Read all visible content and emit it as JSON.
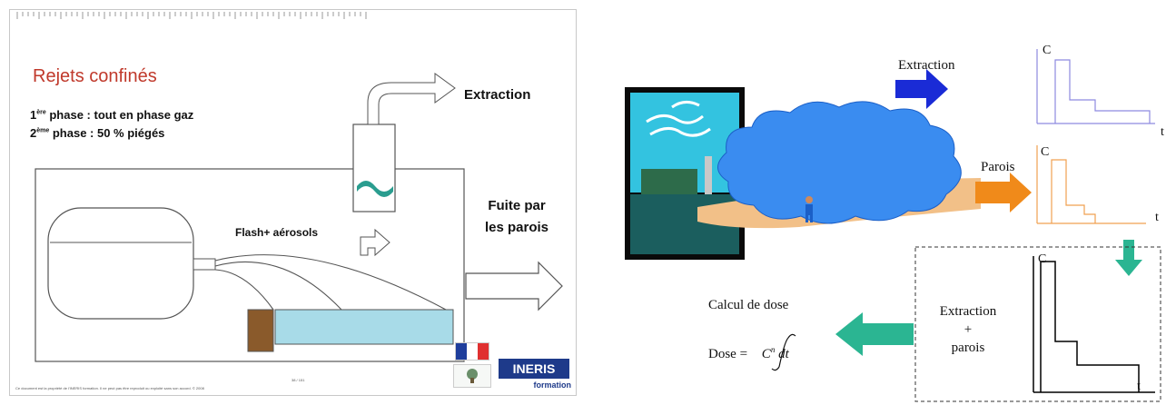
{
  "left_slide": {
    "title": "Rejets confinés",
    "phase1": {
      "ordinal": "1",
      "suffix": "ère",
      "text": " phase : tout en phase gaz"
    },
    "phase2": {
      "ordinal": "2",
      "suffix": "ème",
      "text": " phase : 50 % piégés"
    },
    "extraction_label": "Extraction",
    "leak_label_line1": "Fuite par",
    "leak_label_line2": "les parois",
    "flash_label": "Flash+ aérosols",
    "page_number": "38 / 151",
    "footer_text": "Ce document est la propriété de l'INERIS formation. Il ne peut pas être reproduit ou exploité sans son accord. © 2008",
    "logo_text": "INERIS",
    "logo_subtext": "formation",
    "colors": {
      "title": "#c0392b",
      "water": "#a8dbe8",
      "fan": "#2a9d8f",
      "logo": "#1e3a8a"
    }
  },
  "right_diagram": {
    "extraction_label": "Extraction",
    "walls_label": "Parois",
    "combined_label_line1": "Extraction",
    "combined_label_plus": "+",
    "combined_label_line2": "parois",
    "dose_title": "Calcul de dose",
    "dose_formula_prefix": "Dose = ",
    "dose_formula_integral": "C",
    "dose_formula_exp": "n",
    "dose_formula_suffix": " dt",
    "graphs": [
      {
        "y_axis": "C",
        "x_axis": "t",
        "series": "Extraction",
        "color": "#8e8ae0"
      },
      {
        "y_axis": "C",
        "x_axis": "t",
        "series": "Parois",
        "color": "#f0a050"
      },
      {
        "y_axis": "C",
        "x_axis": "t",
        "series": "Extraction + parois",
        "color": "#000000"
      }
    ],
    "colors": {
      "extraction_arrow": "#1a2bd6",
      "walls_arrow": "#f08a1a",
      "green_arrow": "#2bb592",
      "cloud": "#3a8cf0",
      "plume": "#f2c088"
    }
  }
}
